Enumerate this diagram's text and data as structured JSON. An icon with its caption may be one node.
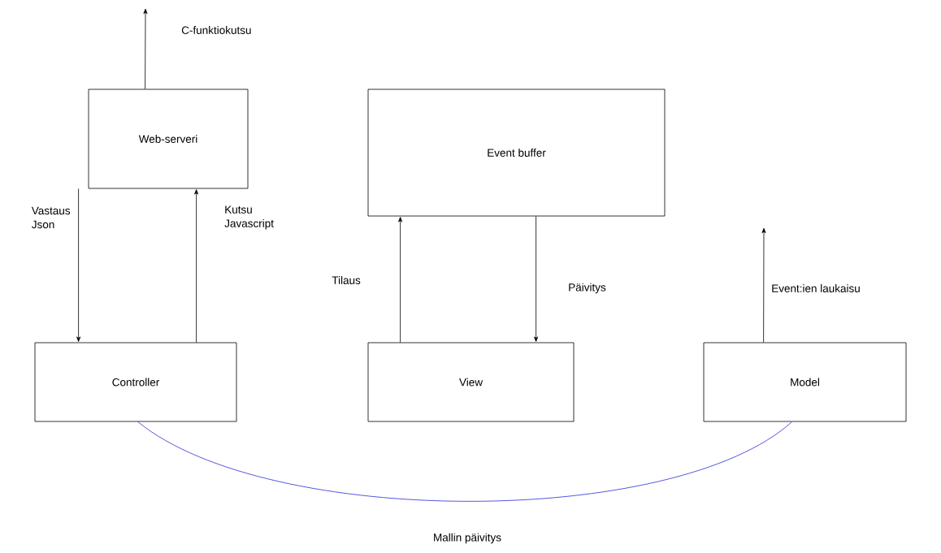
{
  "diagram": {
    "nodes": [
      {
        "text": [
          "Web-serveri"
        ]
      },
      {
        "text": [
          "Event buffer"
        ]
      },
      {
        "text": [
          "Controller"
        ]
      },
      {
        "text": [
          "View"
        ]
      },
      {
        "text": [
          "Model"
        ]
      }
    ],
    "edges": [
      {
        "from": 0,
        "to": null,
        "arrow": "to",
        "label": "C-funktiokutsu"
      },
      {
        "from": 0,
        "to": 2,
        "arrow": "to",
        "label": "Vastaus Json"
      },
      {
        "from": 2,
        "to": 0,
        "arrow": "to",
        "label": "Kutsu Javascript"
      },
      {
        "from": 3,
        "to": 1,
        "arrow": "to",
        "label": "Tilaus"
      },
      {
        "from": 1,
        "to": 3,
        "arrow": "to",
        "label": "Päivitys"
      },
      {
        "from": 4,
        "to": null,
        "arrow": "to",
        "label": "Event:ien laukaisu"
      },
      {
        "from": 2,
        "to": 4,
        "arrow": "none",
        "label": "Mallin päivitys",
        "color": "#2b2bd9"
      }
    ]
  }
}
